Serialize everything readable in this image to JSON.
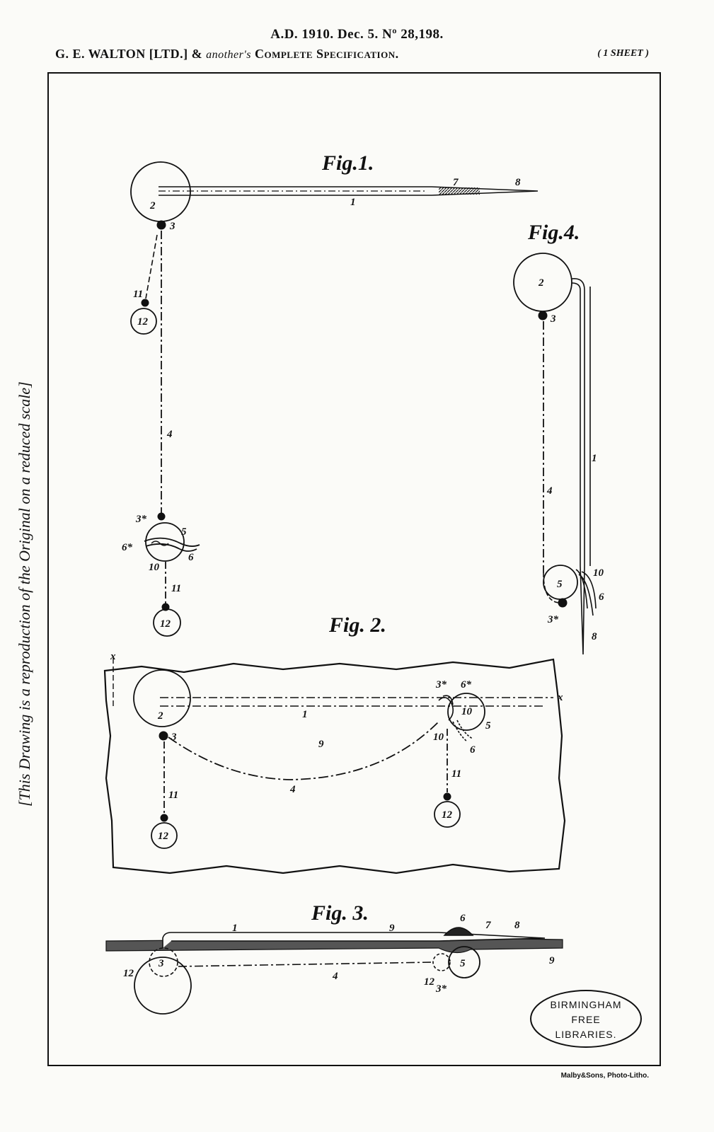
{
  "header": {
    "line1": "A.D. 1910. Dec. 5. Nº 28,198.",
    "line2_a": "G. E. WALTON [LTD.] & ",
    "line2_b": "another's",
    "line2_c": " Complete Specification.",
    "sheet": "( 1 SHEET )"
  },
  "side_note": "[This Drawing is a reproduction of the Original on a reduced scale]",
  "figures": {
    "fig1": "Fig.1.",
    "fig2": "Fig. 2.",
    "fig3": "Fig. 3.",
    "fig4": "Fig.4."
  },
  "labels": {
    "n1": "1",
    "n2": "2",
    "n3": "3",
    "n3s": "3*",
    "n4": "4",
    "n5": "5",
    "n6": "6",
    "n6s": "6*",
    "n7": "7",
    "n8": "8",
    "n9": "9",
    "n10": "10",
    "n11": "11",
    "n12": "12",
    "x": "x"
  },
  "stamp": {
    "line1": "BIRMINGHAM",
    "line2": "FREE",
    "line3": "LIBRARIES."
  },
  "printer": "Malby&Sons, Photo-Litho."
}
